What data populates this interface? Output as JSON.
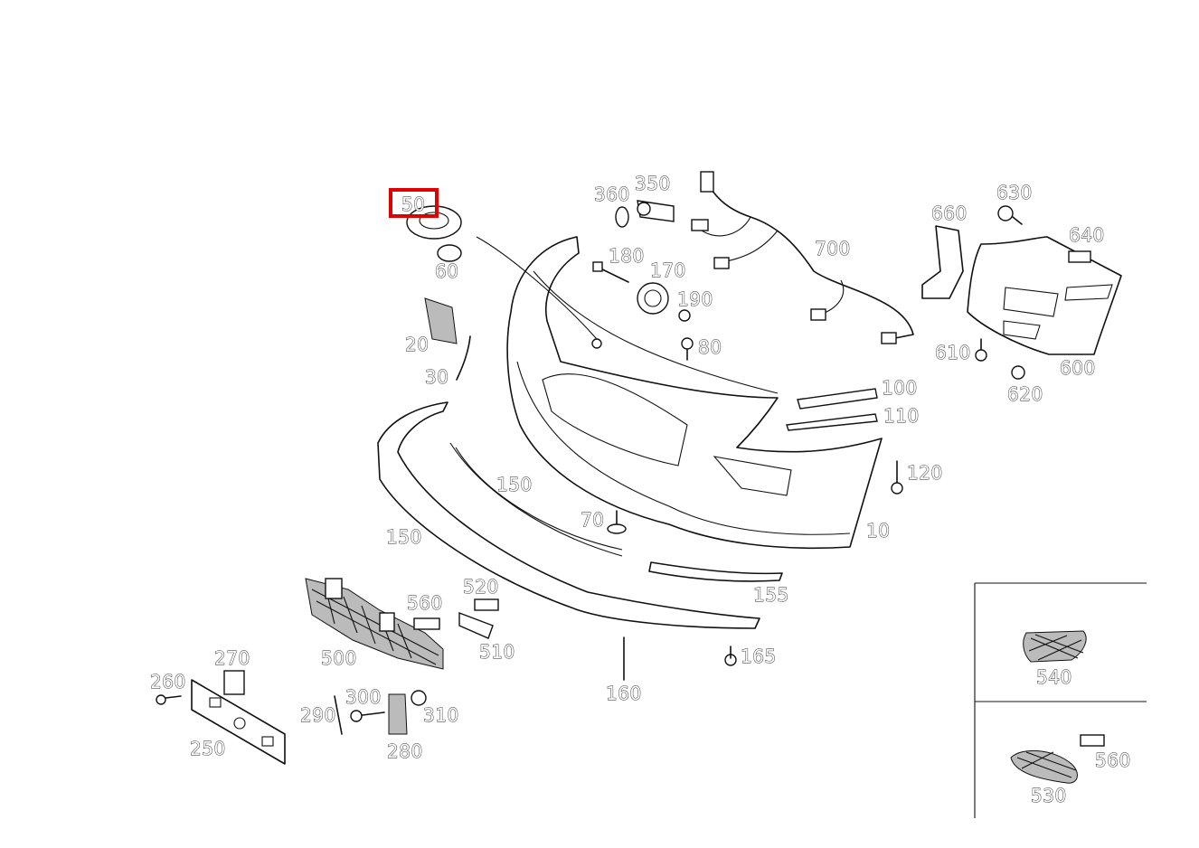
{
  "diagram": {
    "highlighted_part": "50",
    "callouts": [
      "50",
      "60",
      "20",
      "30",
      "360",
      "350",
      "180",
      "170",
      "190",
      "80",
      "700",
      "660",
      "630",
      "640",
      "610",
      "600",
      "620",
      "100",
      "110",
      "120",
      "150",
      "150",
      "70",
      "10",
      "155",
      "500",
      "560",
      "520",
      "510",
      "270",
      "260",
      "250",
      "300",
      "290",
      "310",
      "280",
      "160",
      "165",
      "540",
      "560",
      "530"
    ]
  },
  "colors": {
    "highlight": "#e00000",
    "line": "#111111"
  }
}
